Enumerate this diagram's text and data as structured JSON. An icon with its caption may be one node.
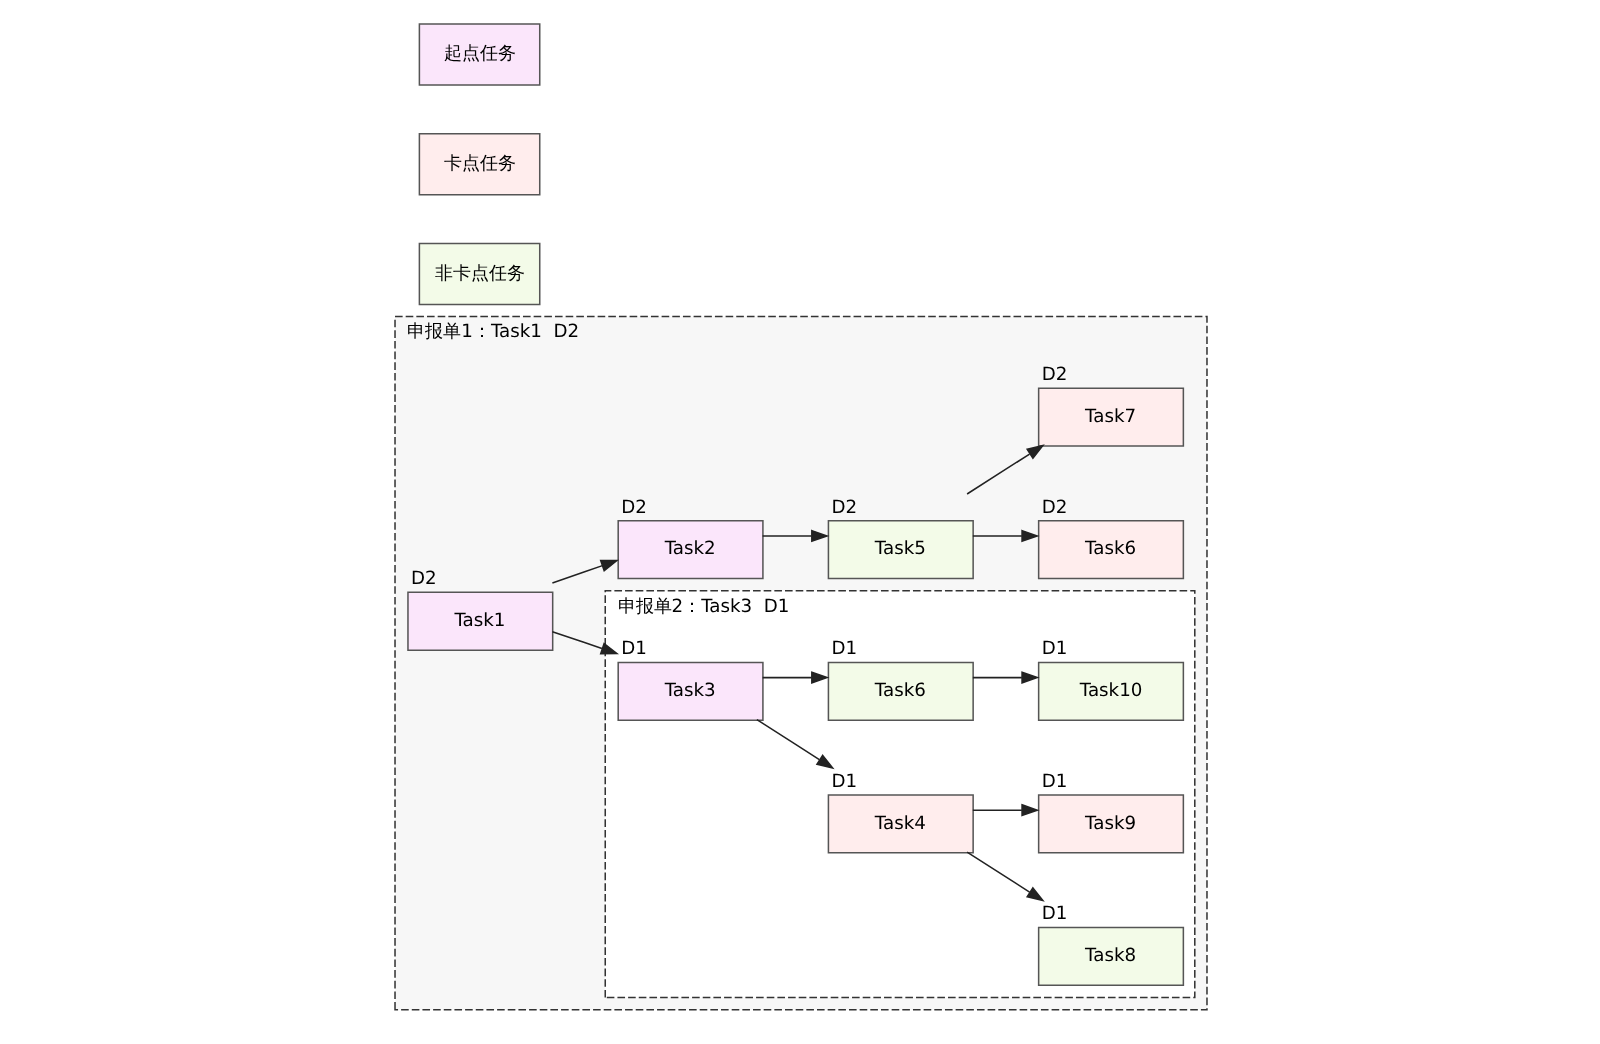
{
  "diagram": {
    "nodes": [
      {
        "text": [
          "申报单1：Task1  D2"
        ]
      },
      {
        "text": [
          "申报单2：Task3  D1"
        ],
        "in": 0
      },
      {
        "text": [
          "Task1"
        ],
        "in": 0,
        "beside": [
          "D2"
        ]
      },
      {
        "text": [
          "Task2"
        ],
        "in": 0,
        "beside": [
          "D2"
        ]
      },
      {
        "text": [
          "Task5"
        ],
        "in": 0,
        "beside": [
          "D2"
        ]
      },
      {
        "text": [
          "Task6"
        ],
        "in": 0,
        "beside": [
          "D2"
        ]
      },
      {
        "text": [
          "Task7"
        ],
        "in": 0,
        "beside": [
          "D2"
        ]
      },
      {
        "text": [
          "Task3"
        ],
        "in": 1,
        "beside": [
          "D1"
        ]
      },
      {
        "text": [
          "Task4"
        ],
        "in": 1,
        "beside": [
          "D1"
        ]
      },
      {
        "text": [
          "Task6"
        ],
        "in": 1,
        "beside": [
          "D1"
        ]
      },
      {
        "text": [
          "Task8"
        ],
        "in": 1,
        "beside": [
          "D1"
        ]
      },
      {
        "text": [
          "Task9"
        ],
        "in": 1,
        "beside": [
          "D1"
        ]
      },
      {
        "text": [
          "Task10"
        ],
        "in": 1,
        "beside": [
          "D1"
        ]
      }
    ],
    "edges": [
      {
        "from": 2,
        "to": 3,
        "arrow": "to"
      },
      {
        "from": 2,
        "to": 7,
        "arrow": "to"
      },
      {
        "from": 3,
        "to": 4,
        "arrow": "to"
      },
      {
        "from": 4,
        "to": 5,
        "arrow": "to"
      },
      {
        "from": 4,
        "to": 6,
        "arrow": "to"
      },
      {
        "from": 7,
        "to": 8,
        "arrow": "to"
      },
      {
        "from": 7,
        "to": 9,
        "arrow": "to"
      },
      {
        "from": 8,
        "to": 10,
        "arrow": "to"
      },
      {
        "from": 8,
        "to": 11,
        "arrow": "to"
      },
      {
        "from": 9,
        "to": 12,
        "arrow": "to"
      }
    ],
    "legend": [
      {
        "text": "起点任务",
        "color": "#fbe6fb"
      },
      {
        "text": "卡点任务",
        "color": "#ffeded"
      },
      {
        "text": "非卡点任务",
        "color": "#f3fbe8"
      }
    ]
  }
}
